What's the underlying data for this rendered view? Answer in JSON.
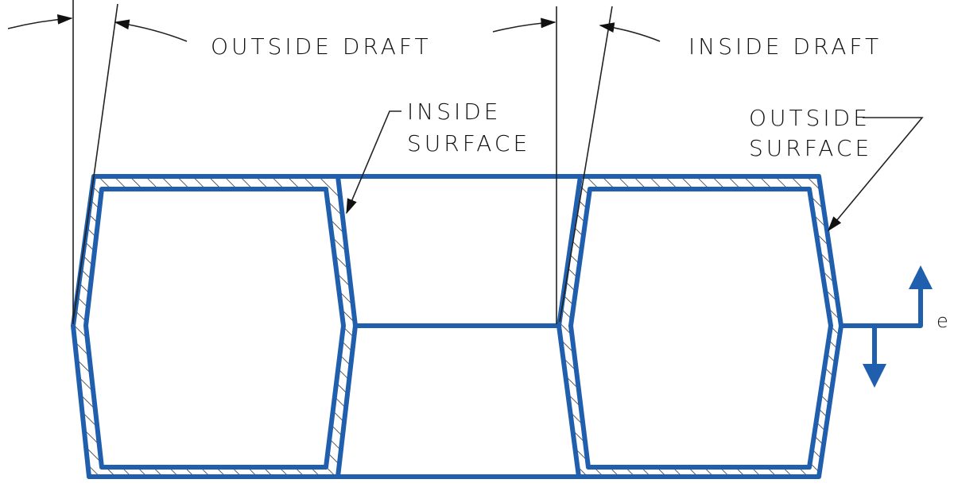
{
  "labels": {
    "outside_draft": "OUTSIDE DRAFT",
    "inside_draft": "INSIDE DRAFT",
    "inside_surface": [
      "INSIDE",
      "SURFACE"
    ],
    "outside_surface": [
      "OUTSIDE",
      "SURFACE"
    ],
    "e": "e"
  },
  "colors": {
    "part_outline": "#1f5fad",
    "leader": "#222222"
  }
}
